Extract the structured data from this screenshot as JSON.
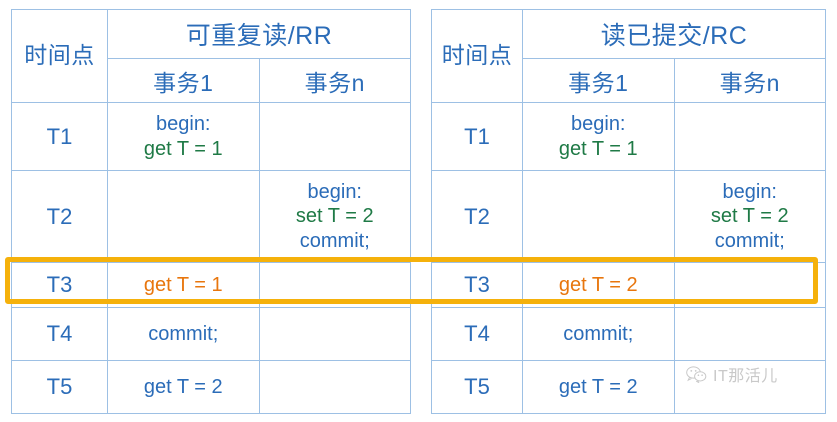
{
  "tables": [
    {
      "id": "rr",
      "title": "可重复读/RR",
      "time_header": "时间点",
      "columns": [
        "事务1",
        "事务n"
      ],
      "rows": [
        {
          "time": "T1",
          "tx1": [
            {
              "text": "begin:",
              "color": "blue"
            },
            {
              "text": "get T = 1",
              "color": "green"
            }
          ],
          "txn": []
        },
        {
          "time": "T2",
          "tx1": [],
          "txn": [
            {
              "text": "begin:",
              "color": "blue"
            },
            {
              "text": "set T = 2",
              "color": "green"
            },
            {
              "text": "commit;",
              "color": "blue"
            }
          ]
        },
        {
          "time": "T3",
          "tx1": [
            {
              "text": "get T = 1",
              "color": "orange"
            }
          ],
          "txn": []
        },
        {
          "time": "T4",
          "tx1": [
            {
              "text": "commit;",
              "color": "blue"
            }
          ],
          "txn": []
        },
        {
          "time": "T5",
          "tx1": [
            {
              "text": "get T = 2",
              "color": "blue"
            }
          ],
          "txn": []
        }
      ]
    },
    {
      "id": "rc",
      "title": "读已提交/RC",
      "time_header": "时间点",
      "columns": [
        "事务1",
        "事务n"
      ],
      "rows": [
        {
          "time": "T1",
          "tx1": [
            {
              "text": "begin:",
              "color": "blue"
            },
            {
              "text": "get T = 1",
              "color": "green"
            }
          ],
          "txn": []
        },
        {
          "time": "T2",
          "tx1": [],
          "txn": [
            {
              "text": "begin:",
              "color": "blue"
            },
            {
              "text": "set T = 2",
              "color": "green"
            },
            {
              "text": "commit;",
              "color": "blue"
            }
          ]
        },
        {
          "time": "T3",
          "tx1": [
            {
              "text": "get T = 2",
              "color": "orange"
            }
          ],
          "txn": []
        },
        {
          "time": "T4",
          "tx1": [
            {
              "text": "commit;",
              "color": "blue"
            }
          ],
          "txn": []
        },
        {
          "time": "T5",
          "tx1": [
            {
              "text": "get T = 2",
              "color": "blue"
            }
          ],
          "txn": []
        }
      ]
    }
  ],
  "highlight": {
    "row": "T3",
    "color": "#f5b10b"
  },
  "watermark": {
    "text": "IT那活儿",
    "icon": "wechat-icon",
    "color": "#c9c9c9"
  },
  "palette": {
    "text_blue": "#2b6cb8",
    "text_green": "#1f7a46",
    "text_orange": "#e8760d",
    "border_blue": "#9dc0e4",
    "outer_border": "#6d9ed6",
    "highlight_orange": "#f5b10b"
  }
}
